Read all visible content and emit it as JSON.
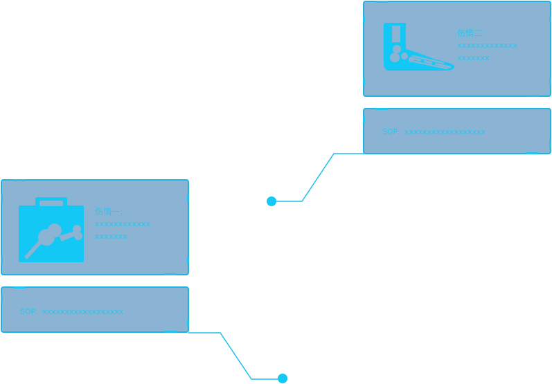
{
  "colors": {
    "panel_fill": "#8bb3d3",
    "panel_border": "#1cb5df",
    "accent": "#13c8f4",
    "text": "#2ac6ee"
  },
  "injury_one": {
    "title": "伤情一:",
    "line1": "xxxxxxxxxxxx",
    "line2": "xxxxxxx",
    "icon": "xray-clipboard-icon"
  },
  "injury_two": {
    "title": "伤情二:",
    "line1": "xxxxxxxxxxxxx",
    "line2": "xxxxxxx",
    "icon": "foot-bone-icon"
  },
  "sop_one": {
    "label": "SOP:",
    "value": "xxxxxxxxxxxxxxxxxx"
  },
  "sop_two": {
    "label": "SOP:",
    "value": "xxxxxxxxxxxxxxxxxx"
  }
}
